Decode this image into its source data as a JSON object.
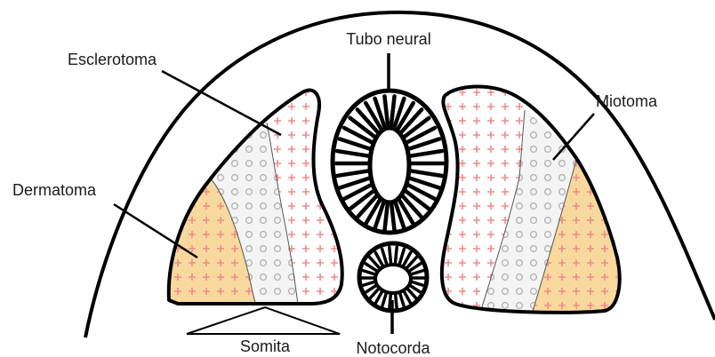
{
  "labels": {
    "tubo_neural": "Tubo neural",
    "esclerotoma": "Esclerotoma",
    "miotoma": "Miotoma",
    "dermatoma": "Dermatoma",
    "somita": "Somita",
    "notocorda": "Notocorda"
  },
  "colors": {
    "outline": "#000000",
    "dermatoma_fill": "#f8d99d",
    "esclerotoma_plus": "#f08a8a",
    "miotoma_dots": "#b5b5b5",
    "miotoma_fill": "#f2f2f2"
  },
  "icons": {
    "plus_marker": "plus-sign",
    "dot_marker": "hollow-circle"
  }
}
